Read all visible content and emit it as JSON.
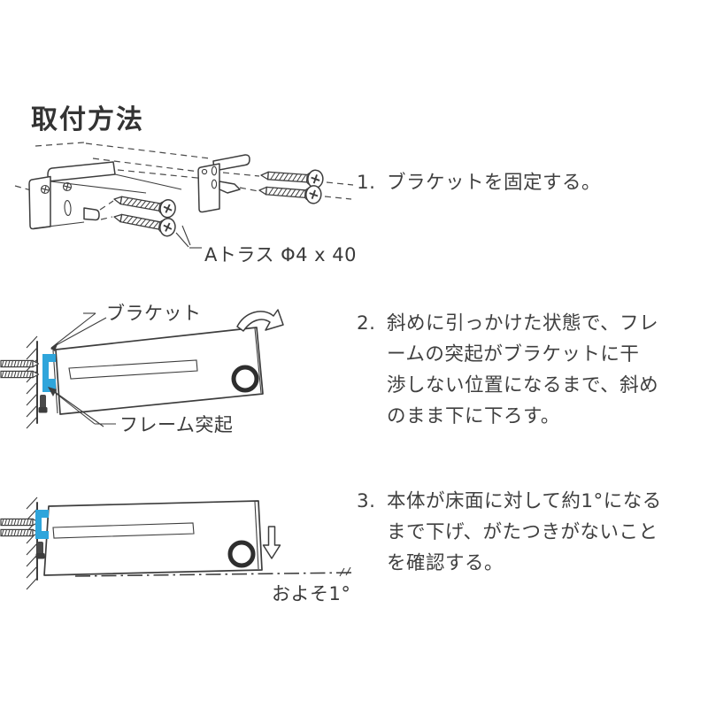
{
  "title": "取付方法",
  "colors": {
    "line": "#3d3d3d",
    "highlight_blue": "#2fa5db",
    "text": "#3f3f3f"
  },
  "steps": [
    {
      "number": "1.",
      "lines": [
        "ブラケットを固定する。"
      ]
    },
    {
      "number": "2.",
      "lines": [
        "斜めに引っかけた状態で、フレ",
        "ームの突起がブラケットに干",
        "渉しない位置になるまで、斜め",
        "のまま下に下ろす。"
      ]
    },
    {
      "number": "3.",
      "lines": [
        "本体が床面に対して約1°になる",
        "まで下げ、がたつきがないこと",
        "を確認する。"
      ]
    }
  ],
  "diagrams": {
    "bracket_screws": {
      "screw_label": "Aトラス Φ4 x 40"
    },
    "hook_tilt": {
      "bracket_label": "ブラケット",
      "protrusion_label": "フレーム突起"
    },
    "lower_level": {
      "angle_label": "およそ1°"
    }
  }
}
